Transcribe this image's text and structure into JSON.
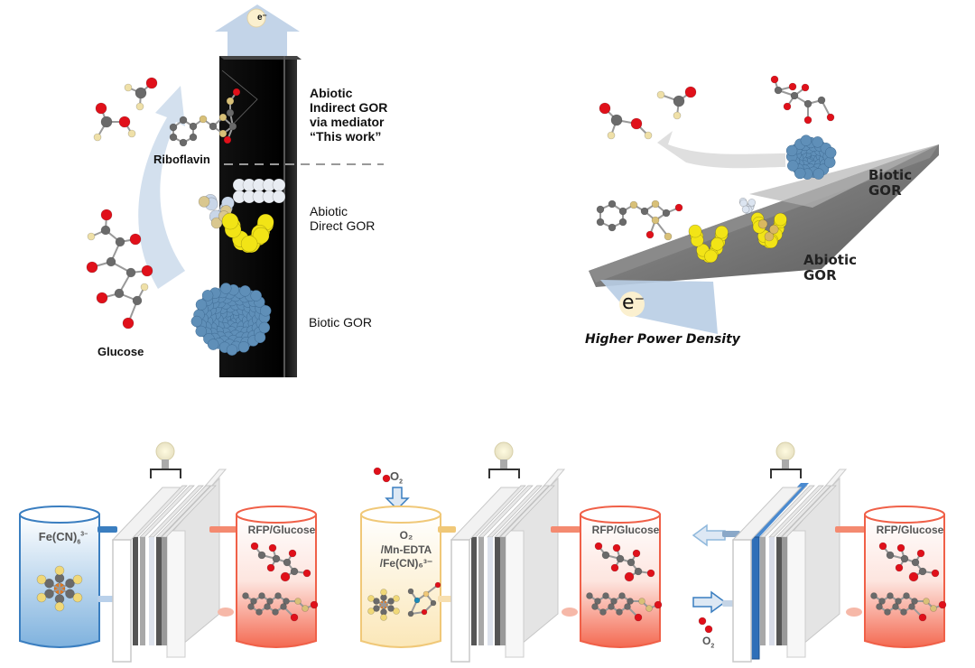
{
  "panel_a": {
    "electron_label": "e⁻",
    "labels": {
      "indirect": [
        "Abiotic",
        "Indirect GOR",
        "via mediator",
        "“This work”"
      ],
      "direct": [
        "Abiotic",
        "Direct GOR"
      ],
      "biotic": "Biotic GOR",
      "riboflavin": "Riboflavin",
      "glucose": "Glucose"
    }
  },
  "panel_b": {
    "electron_label": "e⁻",
    "biotic": [
      "Biotic",
      "GOR"
    ],
    "abiotic": [
      "Abiotic",
      "GOR"
    ],
    "caption": "Higher Power Density"
  },
  "cells": [
    {
      "left_tank": {
        "label": "Fe(CN)",
        "sub": "6",
        "sup": "3−",
        "color": "#3a7ec0"
      },
      "right_tank": "RFP/Glucose"
    },
    {
      "o2_label": "O",
      "o2_sub": "2",
      "left_tank": {
        "lines": [
          "O₂",
          "/Mn-EDTA",
          "/Fe(CN)₆³⁻"
        ],
        "color": "#f0c878"
      },
      "right_tank": "RFP/Glucose"
    },
    {
      "o2_label": "O",
      "o2_sub": "2",
      "right_tank": "RFP/Glucose"
    }
  ],
  "colors": {
    "oxygen": "#e0101a",
    "carbon": "#6a6a6a",
    "hydrogen": "#efe0a8",
    "gold": "#f2e416",
    "enzyme": "#5f8fb8",
    "red_tank": "#f06048",
    "blue_tank": "#3a7ec0"
  }
}
